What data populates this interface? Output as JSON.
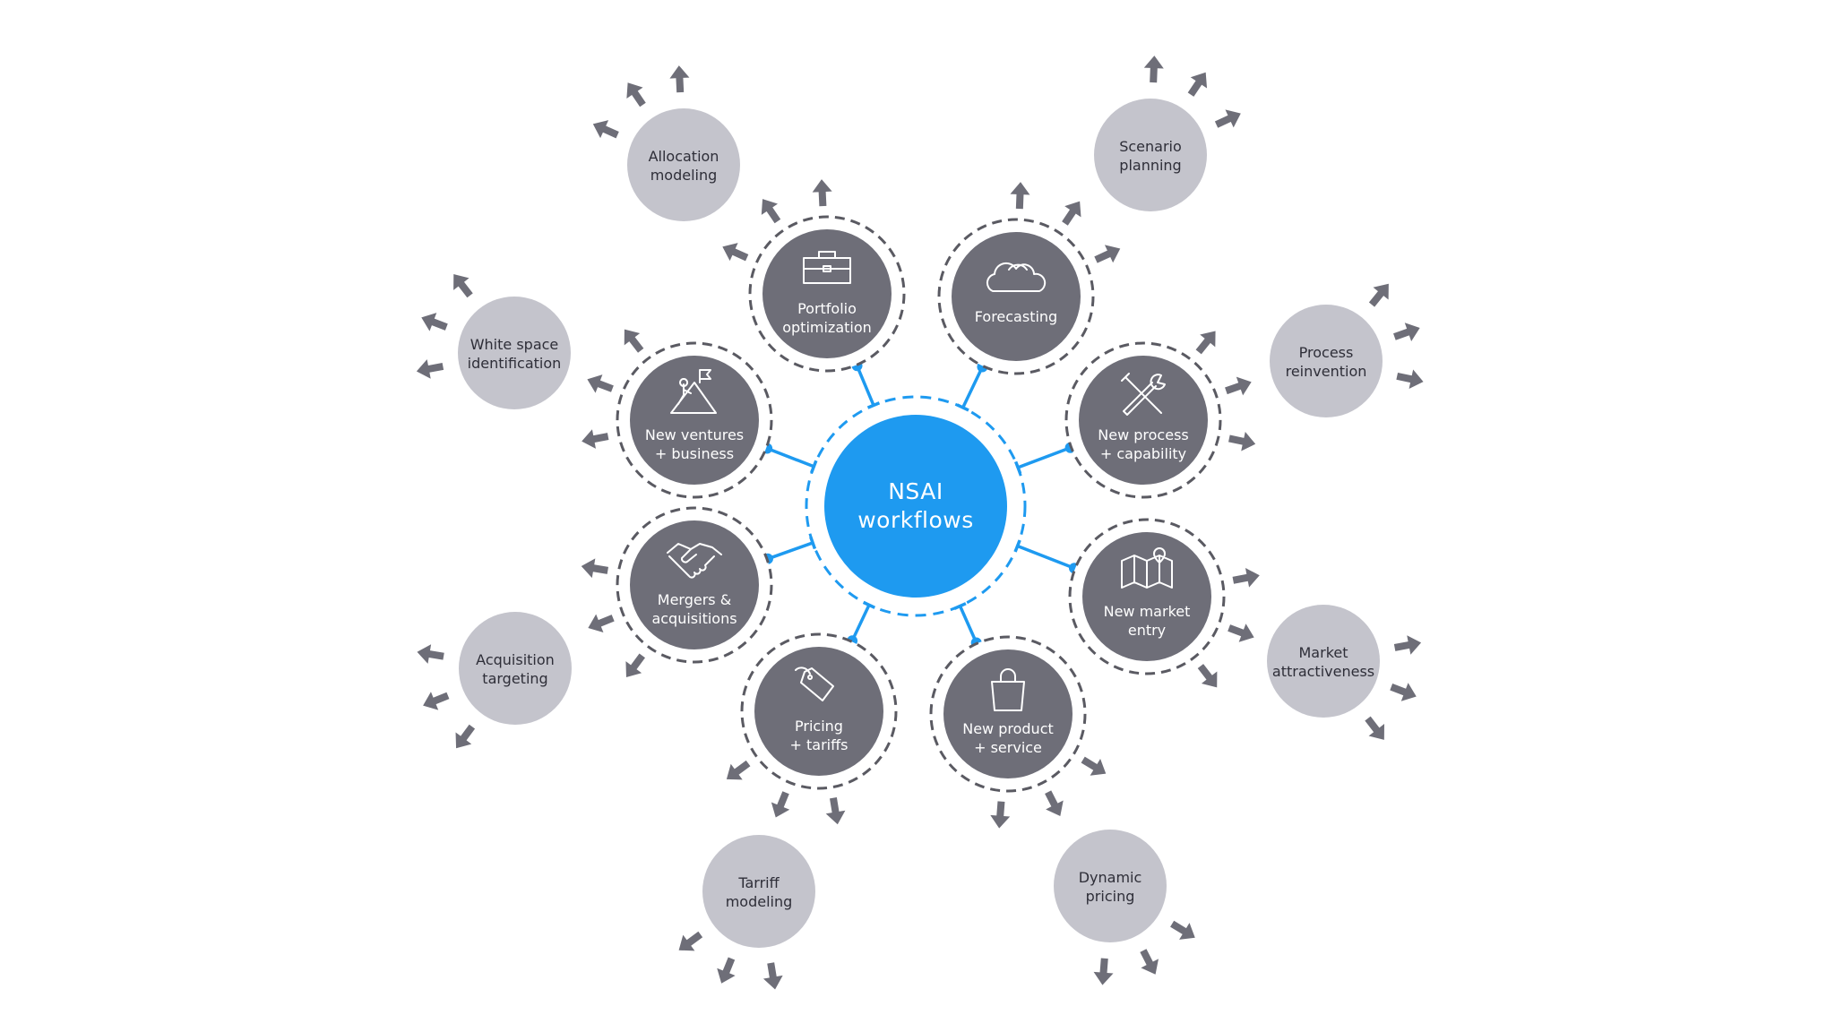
{
  "center": {
    "lines": [
      "NSAI",
      "workflows"
    ]
  },
  "colors": {
    "accent": "#1e9af0",
    "dark_node": "#6e6e78",
    "light_node": "#c4c4cc",
    "arrow": "#6e6e78",
    "ring": "#5a5a62"
  },
  "workflows": [
    {
      "id": "portfolio",
      "lines": [
        "Portfolio",
        "optimization"
      ],
      "icon": "briefcase-icon",
      "related": {
        "lines": [
          "Allocation",
          "modeling"
        ]
      }
    },
    {
      "id": "forecasting",
      "lines": [
        "Forecasting"
      ],
      "icon": "cloud-icon",
      "related": {
        "lines": [
          "Scenario",
          "planning"
        ]
      }
    },
    {
      "id": "new-process",
      "lines": [
        "New process",
        "+ capability"
      ],
      "icon": "tools-icon",
      "related": {
        "lines": [
          "Process",
          "reinvention"
        ]
      }
    },
    {
      "id": "new-market",
      "lines": [
        "New market",
        "entry"
      ],
      "icon": "map-icon",
      "related": {
        "lines": [
          "Market",
          "attractiveness"
        ]
      }
    },
    {
      "id": "new-product",
      "lines": [
        "New product",
        "+ service"
      ],
      "icon": "shopping-bag-icon",
      "related": {
        "lines": [
          "Dynamic",
          "pricing"
        ]
      }
    },
    {
      "id": "pricing",
      "lines": [
        "Pricing",
        "+ tariffs"
      ],
      "icon": "price-tag-icon",
      "related": {
        "lines": [
          "Tarriff",
          "modeling"
        ]
      }
    },
    {
      "id": "mergers",
      "lines": [
        "Mergers &",
        "acquisitions"
      ],
      "icon": "handshake-icon",
      "related": {
        "lines": [
          "Acquisition",
          "targeting"
        ]
      }
    },
    {
      "id": "new-ventures",
      "lines": [
        "New ventures",
        "+ business"
      ],
      "icon": "mountain-flag-icon",
      "related": {
        "lines": [
          "White space",
          "identification"
        ]
      }
    }
  ]
}
